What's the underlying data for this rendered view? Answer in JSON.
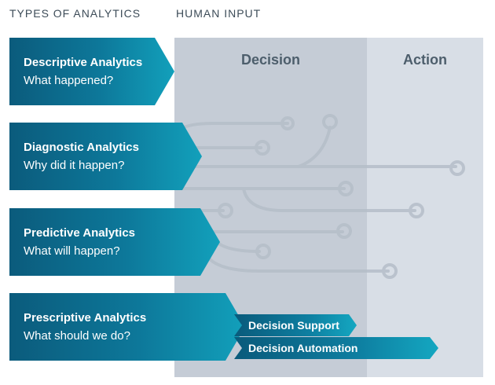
{
  "headers": {
    "types": "TYPES OF ANALYTICS",
    "human_input": "HUMAN INPUT"
  },
  "columns": {
    "decision": "Decision",
    "action": "Action"
  },
  "analytics": [
    {
      "title": "Descriptive Analytics",
      "subtitle": "What happened?"
    },
    {
      "title": "Diagnostic Analytics",
      "subtitle": "Why did it happen?"
    },
    {
      "title": "Predictive Analytics",
      "subtitle": "What will happen?"
    },
    {
      "title": "Prescriptive Analytics",
      "subtitle": "What should we do?"
    }
  ],
  "outcomes": {
    "support": "Decision Support",
    "automation": "Decision Automation"
  },
  "colors": {
    "decision_column": "#c5ccd6",
    "action_column": "#d8dee6",
    "arrow_dark": "#0b5b7c",
    "arrow_light": "#12a0bb",
    "circuit_lines": "#b8c1cb"
  }
}
